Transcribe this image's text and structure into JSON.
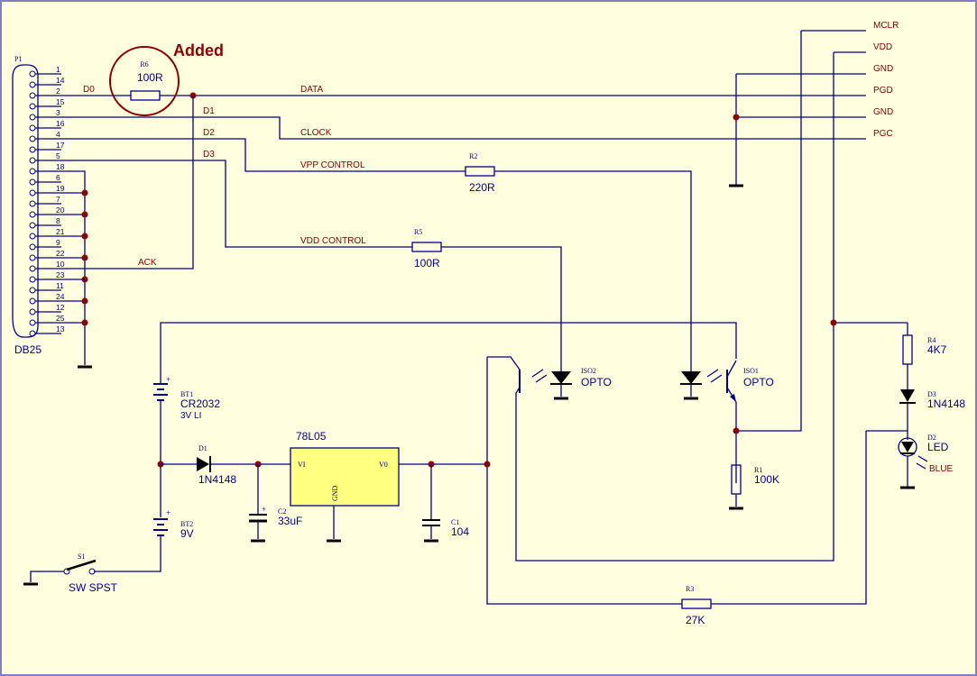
{
  "connector": {
    "ref": "P1",
    "name": "DB25",
    "pins": [
      "1",
      "14",
      "2",
      "15",
      "3",
      "16",
      "4",
      "17",
      "5",
      "18",
      "6",
      "19",
      "7",
      "20",
      "8",
      "21",
      "9",
      "22",
      "10",
      "23",
      "11",
      "24",
      "12",
      "25",
      "13"
    ]
  },
  "annotation": "Added",
  "nets": {
    "d0": "D0",
    "d1": "D1",
    "d2": "D2",
    "d3": "D3",
    "ack": "ACK",
    "data": "DATA",
    "clock": "CLOCK",
    "vpp_control": "VPP CONTROL",
    "vdd_control": "VDD CONTROL"
  },
  "header_pins": [
    "MCLR",
    "VDD",
    "GND",
    "PGD",
    "GND",
    "PGC"
  ],
  "components": {
    "r6": {
      "ref": "R6",
      "value": "100R"
    },
    "r2": {
      "ref": "R2",
      "value": "220R"
    },
    "r5": {
      "ref": "R5",
      "value": "100R"
    },
    "r4": {
      "ref": "R4",
      "value": "4K7"
    },
    "r1": {
      "ref": "R1",
      "value": "100K"
    },
    "r3": {
      "ref": "R3",
      "value": "27K"
    },
    "iso2": {
      "ref": "ISO2",
      "value": "OPTO"
    },
    "iso1": {
      "ref": "ISO1",
      "value": "OPTO"
    },
    "d3": {
      "ref": "D3",
      "value": "1N4148"
    },
    "d2": {
      "ref": "D2",
      "value": "LED",
      "note": "BLUE"
    },
    "bt1": {
      "ref": "BT1",
      "value": "CR2032",
      "note": "3V LI"
    },
    "bt2": {
      "ref": "BT2",
      "value": "9V"
    },
    "d1": {
      "ref": "D1",
      "value": "1N4148"
    },
    "c2": {
      "ref": "C2",
      "value": "33uF"
    },
    "c1": {
      "ref": "C1",
      "value": "104"
    },
    "s1": {
      "ref": "S1",
      "value": "SW SPST"
    },
    "reg": {
      "name": "78L05",
      "vi": "VI",
      "vo": "V0",
      "gnd": "GND"
    }
  },
  "colors": {
    "background": "#ffffe0",
    "wire": "#00008b",
    "net_label": "#800000",
    "junction": "#8b0000"
  }
}
